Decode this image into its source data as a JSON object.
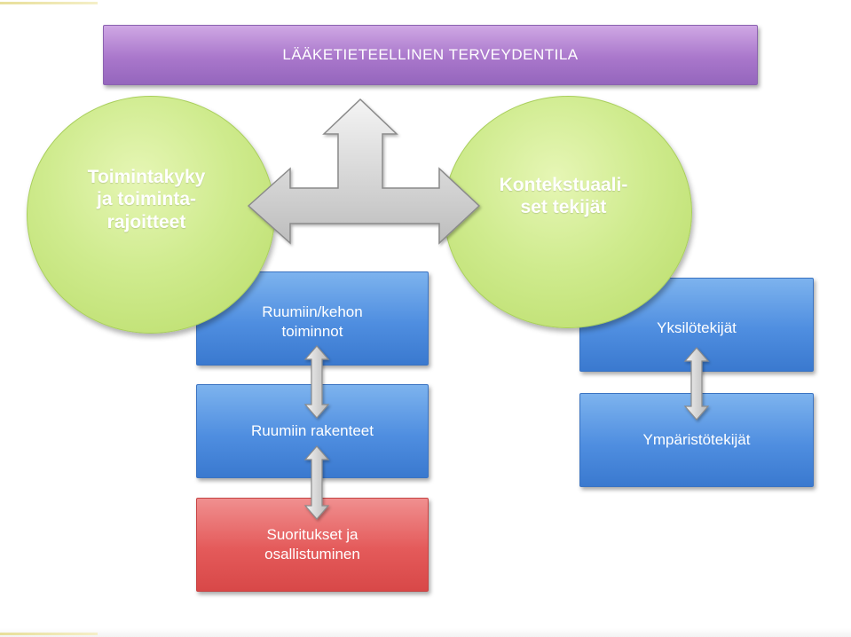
{
  "header": {
    "title": "LÄÄKETIETEELLINEN TERVEYDENTILA"
  },
  "circles": {
    "left": "Toimintakyky\nja toiminta-\nrajoitteet",
    "right": "Kontekstuaali-\nset tekijät"
  },
  "left_boxes": [
    "Ruumiin/kehon\ntoiminnot",
    "Ruumiin rakenteet",
    "Suoritukset ja\nosallistuminen"
  ],
  "right_boxes": [
    "Yksilötekijät",
    "Ympäristötekijät"
  ],
  "colors": {
    "header": "#a977cb",
    "circle": "#cfeb8e",
    "blue_box": "#4f8ee0",
    "red_box": "#e45a5a",
    "arrow": "#d6d6d6"
  }
}
